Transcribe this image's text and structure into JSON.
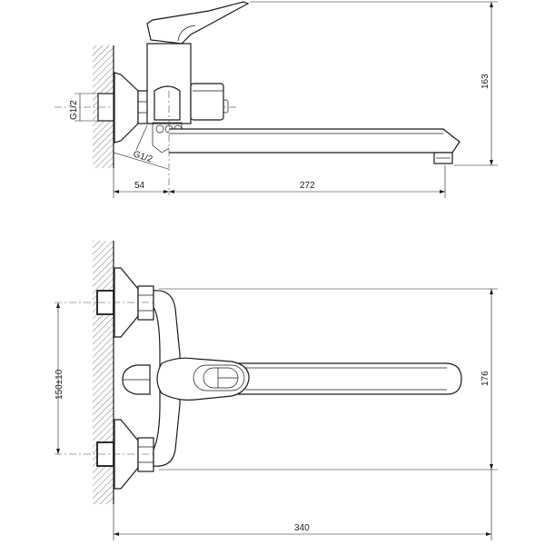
{
  "drawing": {
    "side_view": {
      "thread_label_vertical": "G1/2",
      "thread_label_angled": "G1/2",
      "dim_wall_offset": "54",
      "dim_spout_reach": "272",
      "dim_height": "163"
    },
    "top_view": {
      "dim_inlet_spacing": "150±10",
      "dim_width": "176",
      "dim_total_length": "340"
    },
    "line_color": "#1a1a1a"
  }
}
